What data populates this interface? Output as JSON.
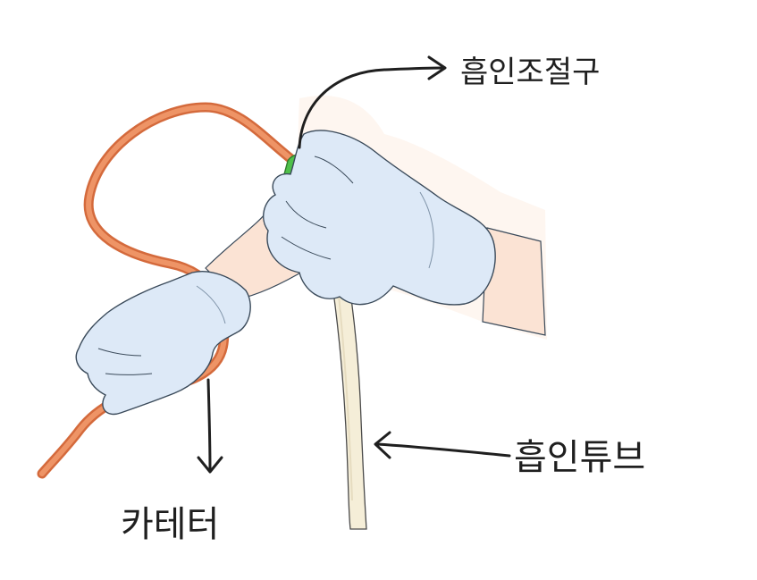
{
  "labels": {
    "suction_regulator": "흡인조절구",
    "suction_tube": "흡인튜브",
    "catheter": "카테터"
  },
  "colors": {
    "catheter": "#e8865a",
    "catheter_edge": "#d46a3c",
    "regulator": "#4fc04a",
    "glove": "#dde9f7",
    "glove_edge": "#3a4a5a",
    "skin": "#fbe6d9",
    "tube": "#f5eed8",
    "ink": "#1f1f1f"
  },
  "icons": {
    "arrow_to_regulator": "curved-arrow-icon",
    "arrow_to_tube": "left-arrow-icon",
    "arrow_to_catheter": "down-arrow-icon"
  }
}
